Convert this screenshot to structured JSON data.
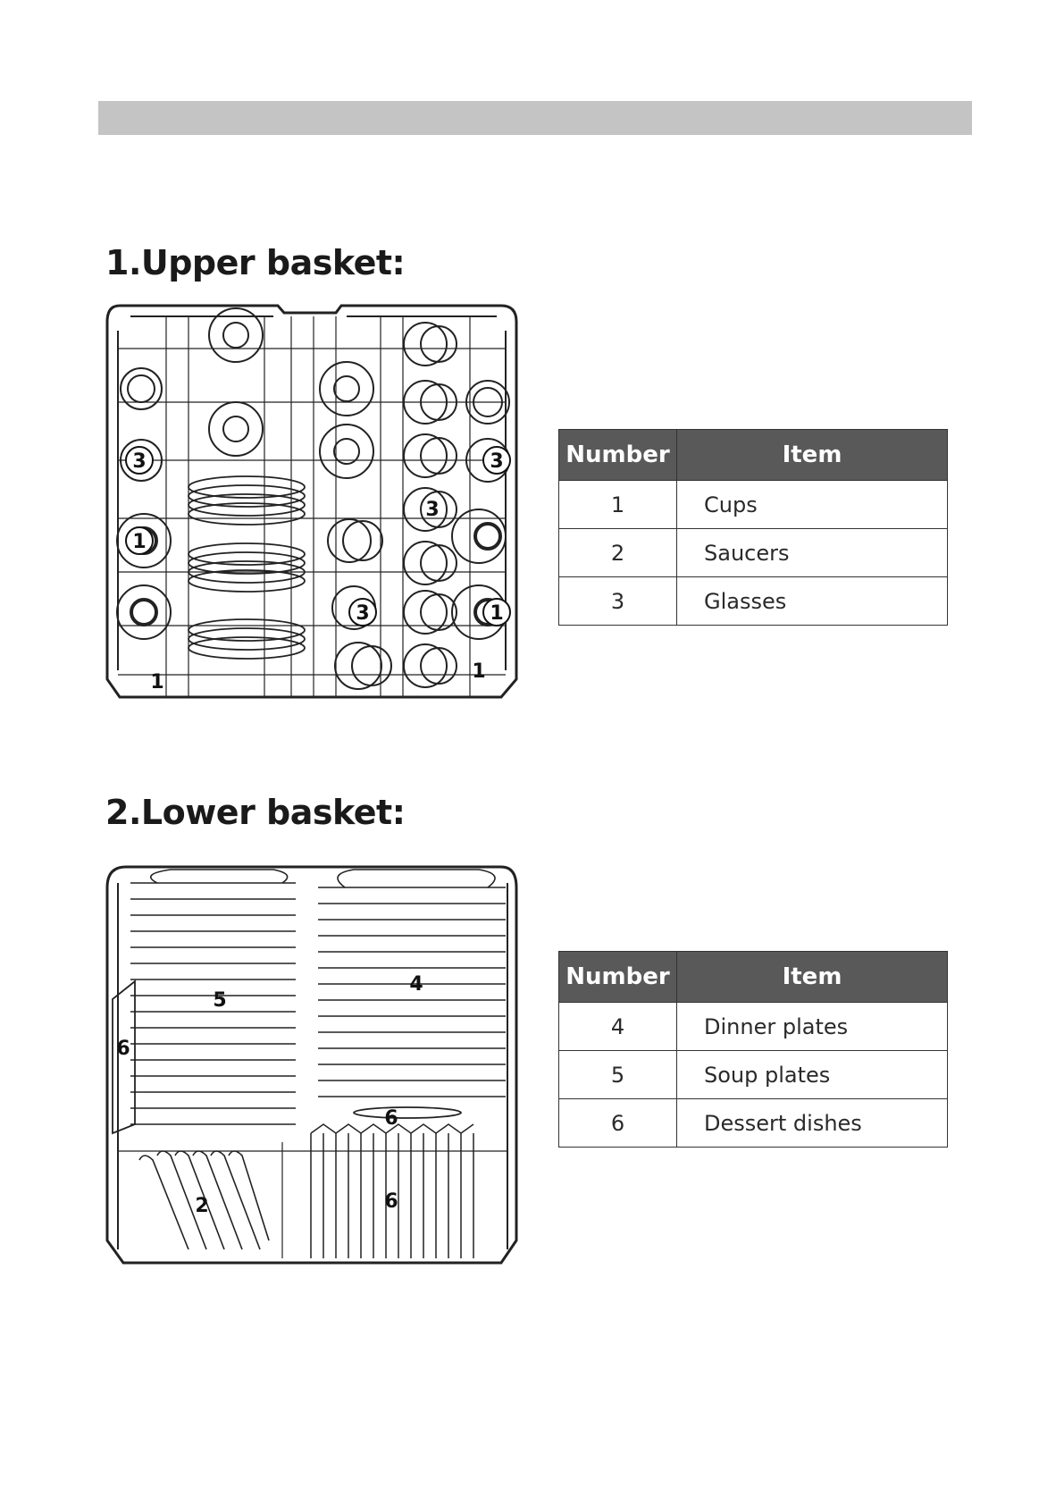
{
  "upper": {
    "title": "1.Upper basket:",
    "table": {
      "headers": [
        "Number",
        "Item"
      ],
      "rows": [
        {
          "number": "1",
          "item": "Cups"
        },
        {
          "number": "2",
          "item": "Saucers"
        },
        {
          "number": "3",
          "item": "Glasses"
        }
      ]
    },
    "callouts": [
      "3",
      "3",
      "3",
      "1",
      "3",
      "1",
      "1",
      "1"
    ]
  },
  "lower": {
    "title": "2.Lower basket:",
    "table": {
      "headers": [
        "Number",
        "Item"
      ],
      "rows": [
        {
          "number": "4",
          "item": "Dinner plates"
        },
        {
          "number": "5",
          "item": "Soup plates"
        },
        {
          "number": "6",
          "item": "Dessert dishes"
        }
      ]
    },
    "callouts": [
      "5",
      "4",
      "6",
      "6",
      "2",
      "6"
    ]
  }
}
